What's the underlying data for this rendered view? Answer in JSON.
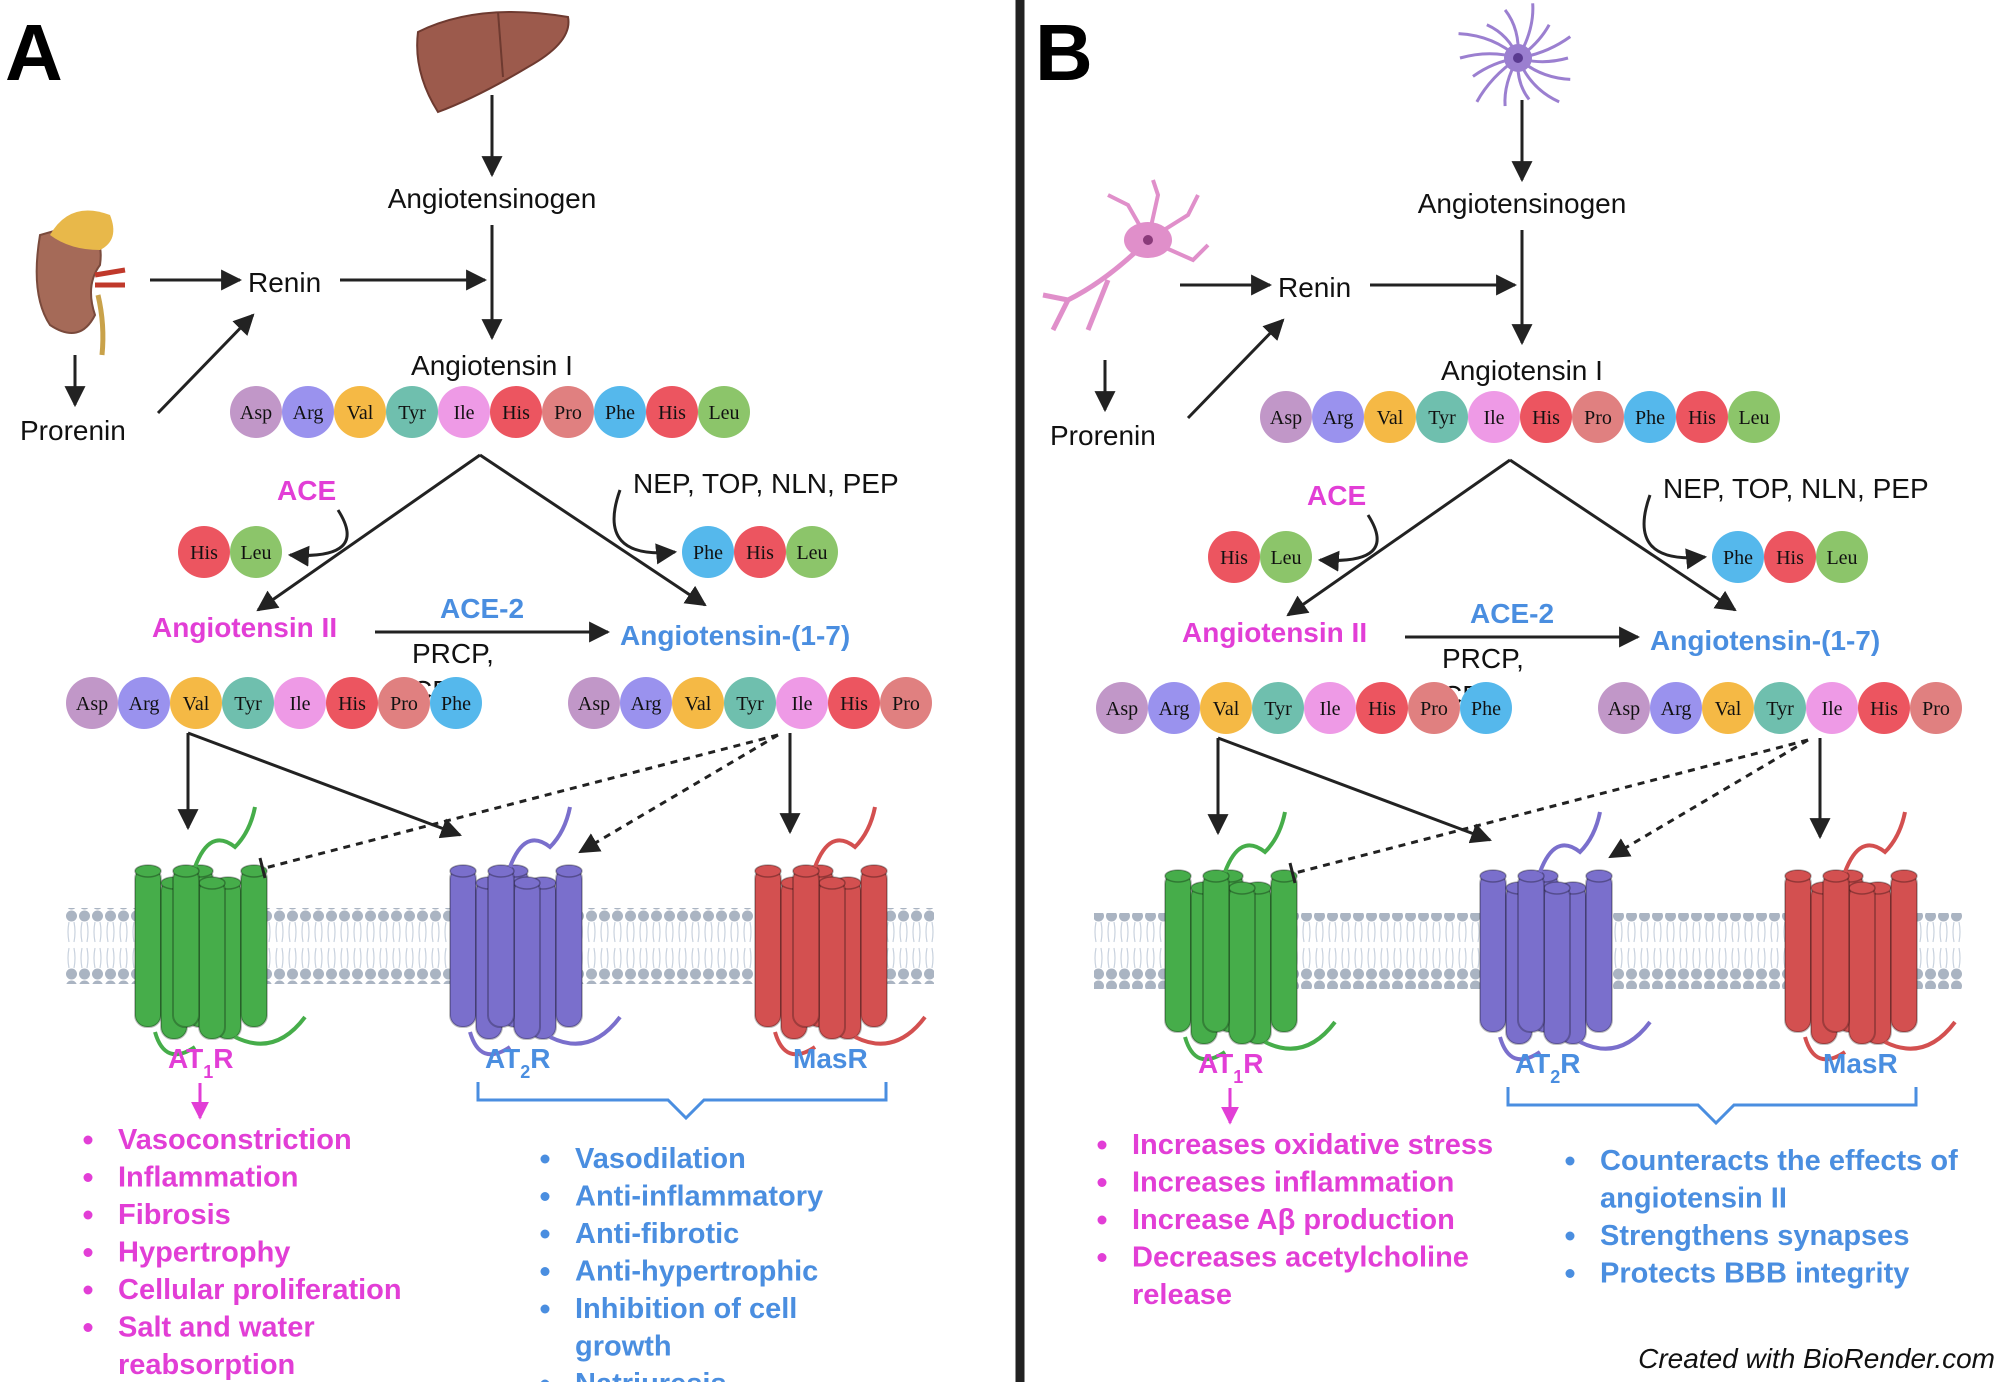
{
  "panels": [
    {
      "letter": "A",
      "organ_top": "liver-icon",
      "organ_left": "kidney-icon",
      "labels": {
        "angiotensinogen": "Angiotensinogen",
        "renin": "Renin",
        "prorenin": "Prorenin",
        "angiotensin_i": "Angiotensin I",
        "ace": "ACE",
        "nep": "NEP, TOP, NLN, PEP",
        "angiotensin_ii": "Angiotensin II",
        "ace2": "ACE-2",
        "prcp": "PRCP,",
        "cpa": "CPA",
        "ang17": "Angiotensin-(1-7)",
        "at1r_base": "AT",
        "at1r_sub": "1",
        "at1r_end": "R",
        "at2r_base": "AT",
        "at2r_sub": "2",
        "at2r_end": "R",
        "masr": "MasR"
      },
      "bullets_left": [
        "Vasoconstriction",
        "Inflammation",
        "Fibrosis",
        "Hypertrophy",
        "Cellular proliferation",
        "Salt and water",
        "reabsorption"
      ],
      "bullets_left_flags": [
        true,
        true,
        true,
        true,
        true,
        true,
        false
      ],
      "bullets_right": [
        "Vasodilation",
        "Anti-inflammatory",
        "Anti-fibrotic",
        "Anti-hypertrophic",
        "Inhibition of cell",
        "growth",
        "Natriuresis"
      ],
      "bullets_right_flags": [
        true,
        true,
        true,
        true,
        true,
        false,
        true
      ]
    },
    {
      "letter": "B",
      "organ_top": "astrocyte-icon",
      "organ_left": "neuron-icon",
      "labels": {
        "angiotensinogen": "Angiotensinogen",
        "renin": "Renin",
        "prorenin": "Prorenin",
        "angiotensin_i": "Angiotensin I",
        "ace": "ACE",
        "nep": "NEP, TOP, NLN, PEP",
        "angiotensin_ii": "Angiotensin II",
        "ace2": "ACE-2",
        "prcp": "PRCP,",
        "cpa": "CPA",
        "ang17": "Angiotensin-(1-7)",
        "at1r_base": "AT",
        "at1r_sub": "1",
        "at1r_end": "R",
        "at2r_base": "AT",
        "at2r_sub": "2",
        "at2r_end": "R",
        "masr": "MasR"
      },
      "bullets_left": [
        "Increases oxidative stress",
        "Increases inflammation",
        "Increase Aβ production",
        "Decreases acetylcholine",
        "release"
      ],
      "bullets_left_flags": [
        true,
        true,
        true,
        true,
        false
      ],
      "bullets_right": [
        "Counteracts the effects of",
        "angiotensin II",
        "Strengthens synapses",
        "Protects BBB integrity"
      ],
      "bullets_right_flags": [
        true,
        false,
        true,
        true
      ]
    }
  ],
  "peptides": {
    "angiotensin_i": [
      "Asp",
      "Arg",
      "Val",
      "Tyr",
      "Ile",
      "His",
      "Pro",
      "Phe",
      "His",
      "Leu"
    ],
    "his_leu": [
      "His",
      "Leu"
    ],
    "phe_his_leu": [
      "Phe",
      "His",
      "Leu"
    ],
    "angiotensin_ii": [
      "Asp",
      "Arg",
      "Val",
      "Tyr",
      "Ile",
      "His",
      "Pro",
      "Phe"
    ],
    "ang17": [
      "Asp",
      "Arg",
      "Val",
      "Tyr",
      "Ile",
      "His",
      "Pro"
    ]
  },
  "amino_colors": {
    "Asp": "#c197c8",
    "Arg": "#9a92ee",
    "Val": "#f5b945",
    "Tyr": "#6fbfae",
    "Ile": "#ee9ae6",
    "His": "#ec5560",
    "Pro": "#e08080",
    "Phe": "#55b8ec",
    "Leu": "#8cc56a"
  },
  "colors": {
    "pink": "#e23ed6",
    "blue": "#4a8ee0",
    "at1r": "#46ad4a",
    "at2r": "#7a6fcc",
    "masr": "#d35050",
    "membrane": "#aab4c2"
  },
  "credit": "Created with BioRender.com"
}
